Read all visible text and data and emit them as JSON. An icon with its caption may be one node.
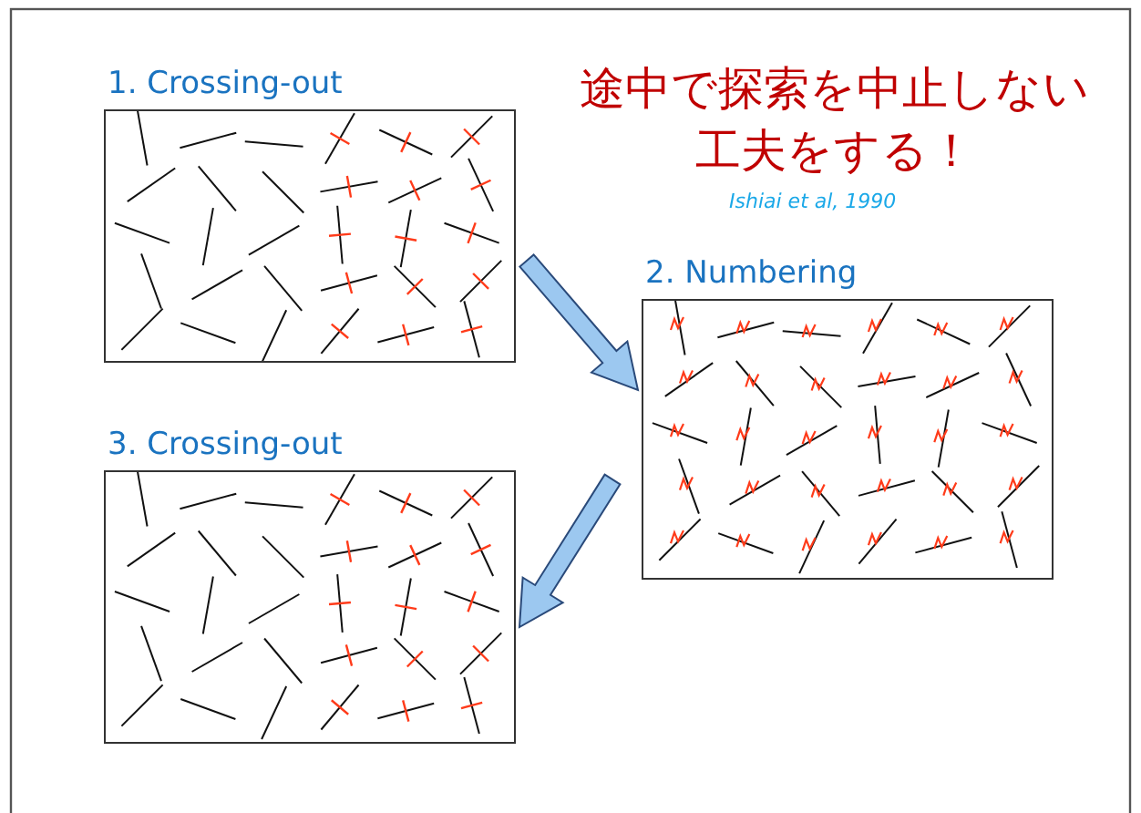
{
  "diagram": {
    "title": "途中で探索を中止しない工夫をする！",
    "nodes": [
      {
        "text": [
          "1. Crossing-out"
        ]
      },
      {
        "text": [
          "2. Numbering"
        ]
      },
      {
        "text": [
          "3. Crossing-out"
        ]
      }
    ],
    "edges": [
      {
        "from": 0,
        "to": 1,
        "arrow": "to"
      },
      {
        "from": 1,
        "to": 2,
        "arrow": "to"
      }
    ],
    "labels": [
      "Ishiai et al, 1990"
    ]
  }
}
